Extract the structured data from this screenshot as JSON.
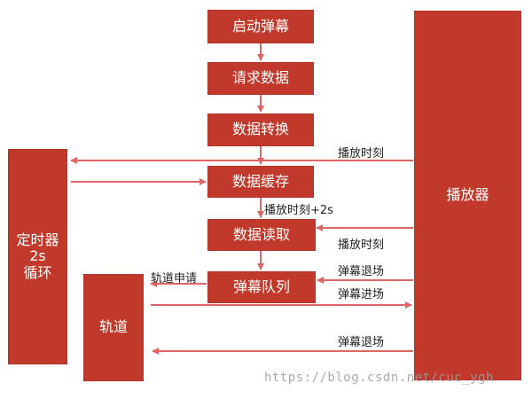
{
  "flow_steps": [
    "启动弹幕",
    "请求数据",
    "数据转换",
    "数据缓存",
    "数据读取",
    "弹幕队列"
  ],
  "timer": {
    "line1": "定时器",
    "line2": "2s",
    "line3": "循环"
  },
  "player": {
    "label": "播放器"
  },
  "track": {
    "label": "轨道"
  },
  "edge_labels": {
    "play_time_top": "播放时刻",
    "play_time_plus": "播放时刻+2s",
    "play_time_read": "播放时刻",
    "track_apply": "轨道申请",
    "danmaku_exit_1": "弹幕退场",
    "danmaku_enter": "弹幕进场",
    "danmaku_exit_2": "弹幕退场"
  },
  "watermark": "https://blog.csdn.net/cuc_ygh",
  "colors": {
    "box": "#c0392b",
    "arrow": "#e06666"
  }
}
